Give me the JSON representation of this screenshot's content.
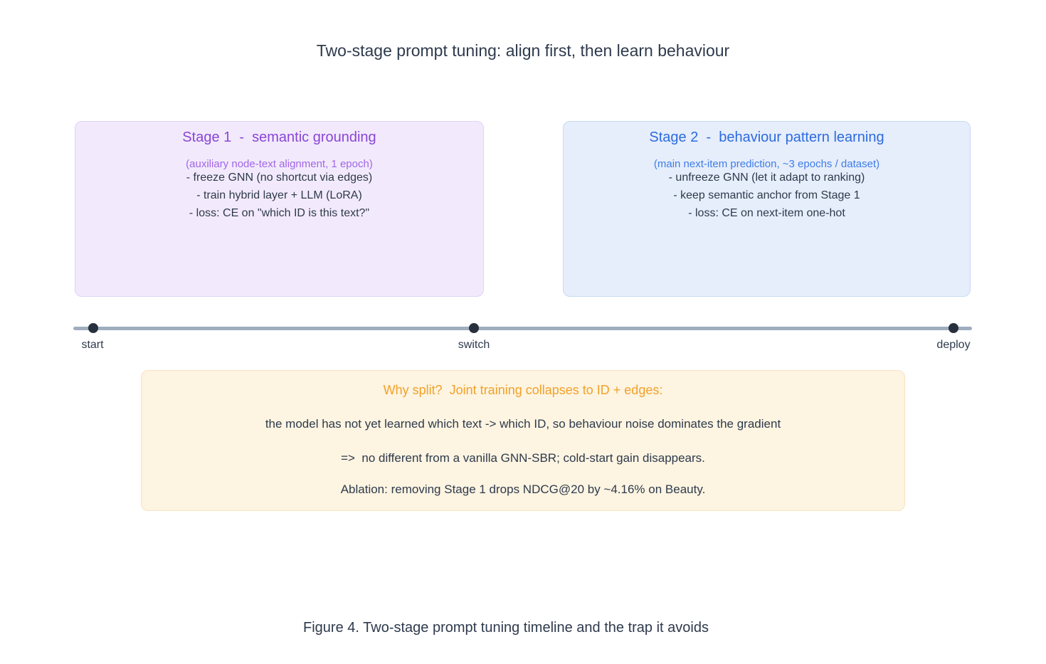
{
  "title": "Two-stage prompt tuning: align first, then learn behaviour",
  "stage1": {
    "title": "Stage 1  -  semantic grounding",
    "subtitle": "(auxiliary node-text alignment, 1 epoch)",
    "bullets": [
      "- freeze GNN (no shortcut via edges)",
      "- train hybrid layer + LLM (LoRA)",
      "- loss: CE on \"which ID is this text?\""
    ],
    "accent_color": "#8a45d6",
    "subtitle_color": "#a266e8",
    "background_color": "#f2eafc",
    "border_color": "#ded2f4"
  },
  "stage2": {
    "title": "Stage 2  -  behaviour pattern learning",
    "subtitle": "(main next-item prediction, ~3 epochs / dataset)",
    "bullets": [
      "- unfreeze GNN (let it adapt to ranking)",
      "- keep semantic anchor from Stage 1",
      "- loss: CE on next-item one-hot"
    ],
    "accent_color": "#2d6ae0",
    "subtitle_color": "#3f7ce8",
    "background_color": "#e6eefb",
    "border_color": "#c9d9f2"
  },
  "timeline": {
    "line_color": "#9fadbe",
    "dot_color": "#27303e",
    "milestones": [
      {
        "label": "start"
      },
      {
        "label": "switch"
      },
      {
        "label": "deploy"
      }
    ]
  },
  "why_box": {
    "heading": "Why split?  Joint training collapses to ID + edges:",
    "heading_color": "#f2a129",
    "background_color": "#fdf4e1",
    "border_color": "#f6e4c3",
    "lines": [
      "the model has not yet learned which text -> which ID, so behaviour noise dominates the gradient",
      "=>  no different from a vanilla GNN-SBR; cold-start gain disappears.",
      "Ablation: removing Stage 1 drops NDCG@20 by ~4.16% on Beauty."
    ]
  },
  "caption": "Figure 4. Two-stage prompt tuning timeline and the trap it avoids",
  "text_color": "#2e3a4c"
}
